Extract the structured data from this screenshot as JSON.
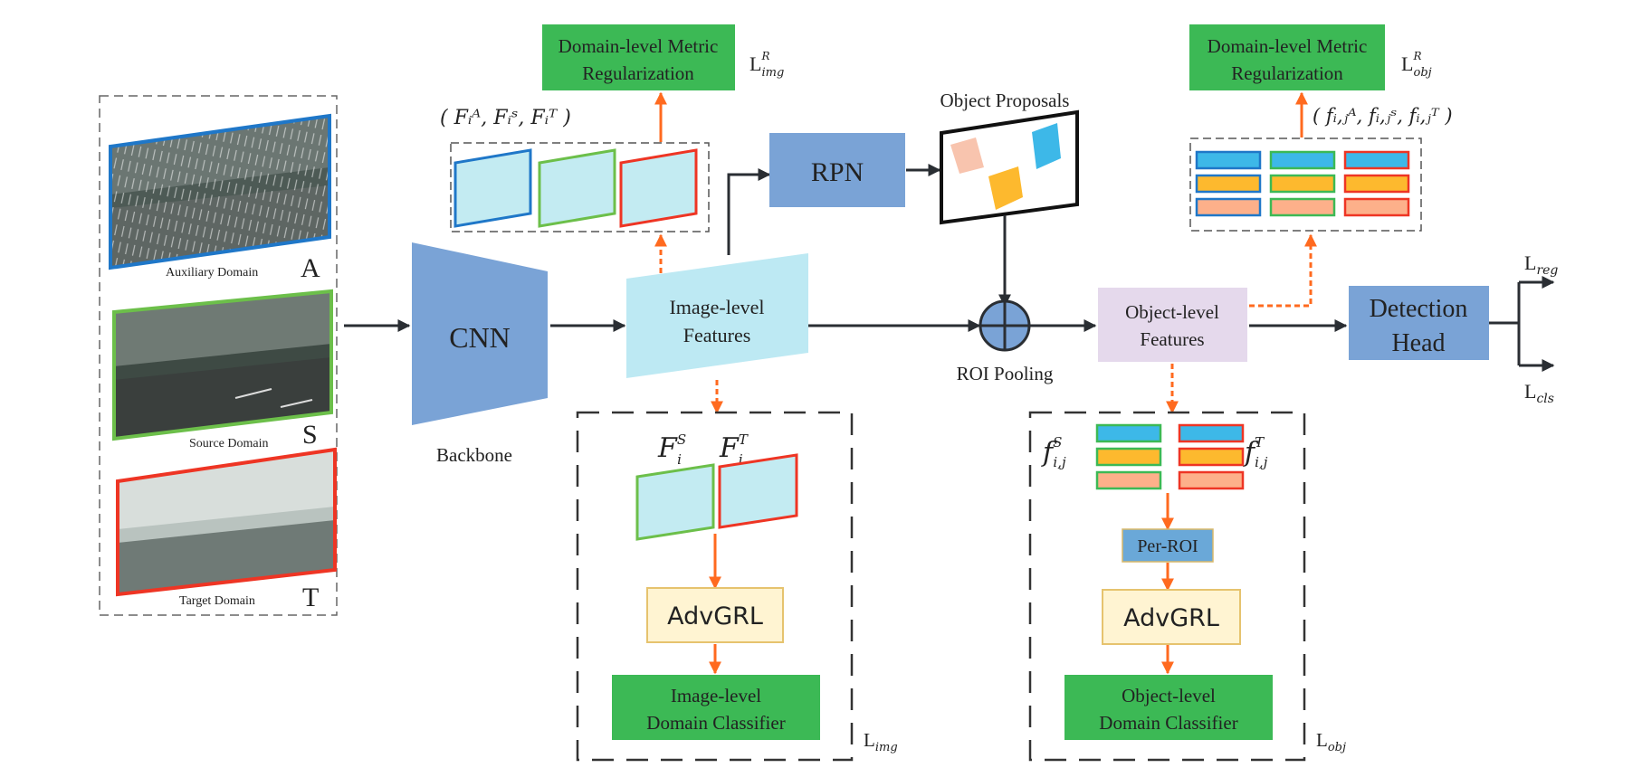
{
  "domains": [
    {
      "label": "Auxiliary Domain",
      "letter": "A",
      "color": "#1f77c8"
    },
    {
      "label": "Source Domain",
      "letter": "S",
      "color": "#6cbf4a"
    },
    {
      "label": "Target Domain",
      "letter": "T",
      "color": "#ee3524"
    }
  ],
  "backbone": {
    "block": "CNN",
    "caption": "Backbone"
  },
  "image_features": {
    "line1": "Image-level",
    "line2": "Features"
  },
  "rpn": {
    "label": "RPN"
  },
  "object_proposals": {
    "label": "Object Proposals"
  },
  "roi_pooling": {
    "label": "ROI Pooling"
  },
  "object_features": {
    "line1": "Object-level",
    "line2": "Features"
  },
  "detection_head": {
    "line1": "Detection",
    "line2": "Head"
  },
  "image_metric": {
    "line1": "Domain-level Metric",
    "line2": "Regularization",
    "loss": "L",
    "loss_sub": "img",
    "loss_sup": "R",
    "tuple": "( Fᵢᴬ,  Fᵢˢ,  Fᵢᵀ )"
  },
  "object_metric": {
    "line1": "Domain-level Metric",
    "line2": "Regularization",
    "loss": "L",
    "loss_sub": "obj",
    "loss_sup": "R",
    "tuple": "( fᵢ,ⱼᴬ,  fᵢ,ⱼˢ,  fᵢ,ⱼᵀ )"
  },
  "image_branch": {
    "fs": "F",
    "fs_sup": "S",
    "fs_sub": "i",
    "ft": "F",
    "ft_sup": "T",
    "ft_sub": "i",
    "grl": "AdvGRL",
    "classifier_line1": "Image-level",
    "classifier_line2": "Domain Classifier",
    "loss": "L",
    "loss_sub": "img"
  },
  "object_branch": {
    "fs": "f",
    "fs_sup": "S",
    "fs_sub": "i,j",
    "ft": "f",
    "ft_sup": "T",
    "ft_sub": "i,j",
    "per_roi": "Per-ROI",
    "grl": "AdvGRL",
    "classifier_line1": "Object-level",
    "classifier_line2": "Domain Classifier",
    "loss": "L",
    "loss_sub": "obj"
  },
  "outputs": {
    "reg": "L",
    "reg_sub": "reg",
    "cls": "L",
    "cls_sub": "cls"
  },
  "colors": {
    "green_box": "#3cb955",
    "blue_block": "#7aa3d6",
    "light_cyan": "#bde9f3",
    "purple_box": "#e5d9ec",
    "grl_box": "#fff4d2",
    "per_roi": "#6aa8d8",
    "orange_arrow": "#ff6a1f",
    "dark_arrow": "#2a2e33",
    "roi_blue": "#3db8e8",
    "roi_yellow": "#fdb92e",
    "roi_peach": "#fdb08a"
  }
}
